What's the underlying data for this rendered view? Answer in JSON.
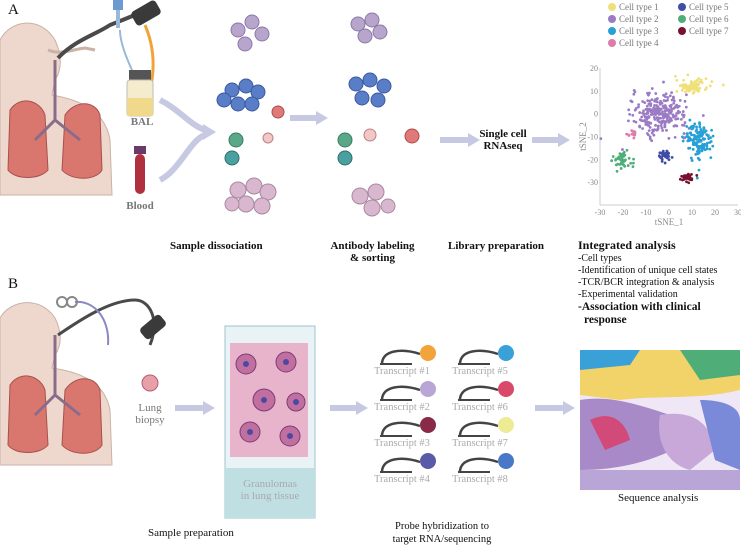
{
  "panels": {
    "a": "A",
    "b": "B"
  },
  "panel_a": {
    "bal_label": "BAL",
    "blood_label": "Blood",
    "step1_label": "Sample dissociation",
    "step2_label_line1": "Antibody labeling",
    "step2_label_line2": "& sorting",
    "step3_label": "Library preparation",
    "scrnaseq_line1": "Single cell",
    "scrnaseq_line2": "RNAseq",
    "integrated_title": "Integrated analysis",
    "integrated_items": [
      "-Cell types",
      "-Identification of unique cell states",
      "-TCR/BCR integration & analysis",
      "-Experimental validation"
    ],
    "clinical_line1": "-Association with clinical",
    "clinical_line2": "response"
  },
  "panel_b": {
    "lung_biopsy_line1": "Lung",
    "lung_biopsy_line2": "biopsy",
    "granuloma_line1": "Granulomas",
    "granuloma_line2": "in lung tissue",
    "sample_prep_label": "Sample preparation",
    "probe_line1": "Probe hybridization to",
    "probe_line2": "target RNA/sequencing",
    "sequence_label": "Sequence analysis",
    "transcripts": [
      "Transcript #1",
      "Transcript #2",
      "Transcript #3",
      "Transcript #4",
      "Transcript #5",
      "Transcript #6",
      "Transcript #7",
      "Transcript #8"
    ],
    "transcript_colors": [
      "#f2a33a",
      "#b9a6d6",
      "#8a2a48",
      "#5a5aa8",
      "#3aa0d8",
      "#d94a6a",
      "#eeeb95",
      "#4a78c8"
    ]
  },
  "chart_data": {
    "type": "scatter",
    "xlabel": "tSNE_1",
    "ylabel": "tSNE_2",
    "xlim": [
      -30,
      30
    ],
    "ylim": [
      -40,
      20
    ],
    "xticks": [
      "-30",
      "-20",
      "-10",
      "0",
      "10",
      "20",
      "30"
    ],
    "yticks": [
      "20",
      "10",
      "0",
      "-10",
      "-20",
      "-30"
    ],
    "legend_position": "top",
    "series": [
      {
        "name": "Cell type 1",
        "color": "#efe07a",
        "center": [
          10,
          12
        ],
        "spread": [
          7,
          3
        ],
        "n": 90
      },
      {
        "name": "Cell type 2",
        "color": "#9a7bc4",
        "center": [
          -4,
          0
        ],
        "spread": [
          12,
          9
        ],
        "n": 260
      },
      {
        "name": "Cell type 3",
        "color": "#27a0d6",
        "center": [
          13,
          -12
        ],
        "spread": [
          6,
          8
        ],
        "n": 140
      },
      {
        "name": "Cell type 4",
        "color": "#e07aa8",
        "center": [
          -16,
          -9
        ],
        "spread": [
          2,
          2
        ],
        "n": 15
      },
      {
        "name": "Cell type 5",
        "color": "#3f4da8",
        "center": [
          -2,
          -18
        ],
        "spread": [
          3,
          3
        ],
        "n": 35
      },
      {
        "name": "Cell type 6",
        "color": "#4fae78",
        "center": [
          -20,
          -20
        ],
        "spread": [
          4,
          4
        ],
        "n": 45
      },
      {
        "name": "Cell type 7",
        "color": "#7a1030",
        "center": [
          8,
          -28
        ],
        "spread": [
          3,
          2
        ],
        "n": 30
      }
    ]
  }
}
